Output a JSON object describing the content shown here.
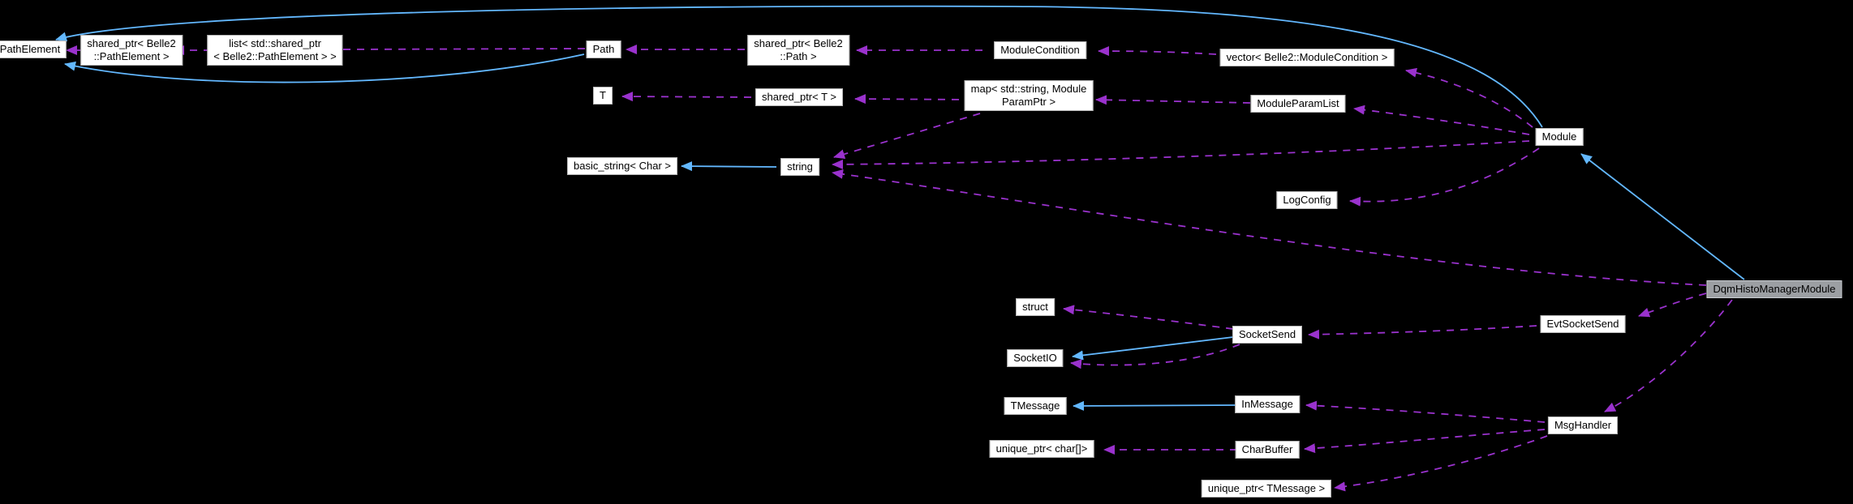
{
  "diagram": {
    "type": "doxygen-collaboration-graph",
    "focus_class": "DqmHistoManagerModule"
  },
  "colors": {
    "background": "#000000",
    "edge_uses": "#9a32cd",
    "edge_inherits": "#63b8ff",
    "node_fill": "#ffffff",
    "node_border": "#b4b4b4",
    "node_highlight_fill": "#9c9fa3",
    "node_highlight_border": "#c9cdd2"
  },
  "nodes": [
    {
      "id": "pathelement",
      "label": "PathElement"
    },
    {
      "id": "sp-pathelement",
      "label": "shared_ptr< Belle2\n::PathElement >"
    },
    {
      "id": "list-sp",
      "label": "list< std::shared_ptr\n< Belle2::PathElement > >"
    },
    {
      "id": "path",
      "label": "Path"
    },
    {
      "id": "sp-path",
      "label": "shared_ptr< Belle2\n::Path >"
    },
    {
      "id": "t",
      "label": "T"
    },
    {
      "id": "sp-t",
      "label": "shared_ptr< T >"
    },
    {
      "id": "modulecondition",
      "label": "ModuleCondition"
    },
    {
      "id": "vector-mc",
      "label": "vector< Belle2::ModuleCondition >"
    },
    {
      "id": "map-mpp",
      "label": "map< std::string, Module\nParamPtr >"
    },
    {
      "id": "moduleparamlist",
      "label": "ModuleParamList"
    },
    {
      "id": "module",
      "label": "Module"
    },
    {
      "id": "basic-string",
      "label": "basic_string< Char >"
    },
    {
      "id": "string",
      "label": "string"
    },
    {
      "id": "logconfig",
      "label": "LogConfig"
    },
    {
      "id": "dqmhistomanagermodule",
      "label": "DqmHistoManagerModule"
    },
    {
      "id": "struct",
      "label": "struct"
    },
    {
      "id": "socketsend",
      "label": "SocketSend"
    },
    {
      "id": "socketio",
      "label": "SocketIO"
    },
    {
      "id": "evtsocketsend",
      "label": "EvtSocketSend"
    },
    {
      "id": "tmessage",
      "label": "TMessage"
    },
    {
      "id": "inmessage",
      "label": "InMessage"
    },
    {
      "id": "msghandler",
      "label": "MsgHandler"
    },
    {
      "id": "up-char",
      "label": "unique_ptr< char[]>"
    },
    {
      "id": "charbuffer",
      "label": "CharBuffer"
    },
    {
      "id": "up-tmessage",
      "label": "unique_ptr< TMessage >"
    }
  ],
  "edges": [
    {
      "from": "sp-pathelement",
      "to": "pathelement",
      "type": "uses"
    },
    {
      "from": "list-sp",
      "to": "sp-pathelement",
      "type": "uses"
    },
    {
      "from": "path",
      "to": "list-sp",
      "type": "uses"
    },
    {
      "from": "sp-path",
      "to": "path",
      "type": "uses"
    },
    {
      "from": "modulecondition",
      "to": "sp-path",
      "type": "uses"
    },
    {
      "from": "vector-mc",
      "to": "modulecondition",
      "type": "uses"
    },
    {
      "from": "module",
      "to": "vector-mc",
      "type": "uses"
    },
    {
      "from": "sp-t",
      "to": "t",
      "type": "uses"
    },
    {
      "from": "map-mpp",
      "to": "sp-t",
      "type": "uses"
    },
    {
      "from": "moduleparamlist",
      "to": "map-mpp",
      "type": "uses"
    },
    {
      "from": "module",
      "to": "moduleparamlist",
      "type": "uses"
    },
    {
      "from": "module",
      "to": "string",
      "type": "uses"
    },
    {
      "from": "map-mpp",
      "to": "string",
      "type": "uses"
    },
    {
      "from": "module",
      "to": "logconfig",
      "type": "uses"
    },
    {
      "from": "dqmhistomanagermodule",
      "to": "string",
      "type": "uses"
    },
    {
      "from": "dqmhistomanagermodule",
      "to": "evtsocketsend",
      "type": "uses"
    },
    {
      "from": "dqmhistomanagermodule",
      "to": "msghandler",
      "type": "uses"
    },
    {
      "from": "evtsocketsend",
      "to": "socketsend",
      "type": "uses"
    },
    {
      "from": "socketsend",
      "to": "struct",
      "type": "uses"
    },
    {
      "from": "socketsend",
      "to": "socketio",
      "type": "uses"
    },
    {
      "from": "msghandler",
      "to": "inmessage",
      "type": "uses"
    },
    {
      "from": "msghandler",
      "to": "charbuffer",
      "type": "uses"
    },
    {
      "from": "msghandler",
      "to": "up-tmessage",
      "type": "uses"
    },
    {
      "from": "charbuffer",
      "to": "up-char",
      "type": "uses"
    },
    {
      "from": "string",
      "to": "basic-string",
      "type": "inherits"
    },
    {
      "from": "inmessage",
      "to": "tmessage",
      "type": "inherits"
    },
    {
      "from": "socketsend",
      "to": "socketio",
      "type": "inherits"
    },
    {
      "from": "dqmhistomanagermodule",
      "to": "module",
      "type": "inherits"
    },
    {
      "from": "module",
      "to": "pathelement",
      "type": "inherits"
    },
    {
      "from": "path",
      "to": "pathelement",
      "type": "inherits"
    }
  ]
}
